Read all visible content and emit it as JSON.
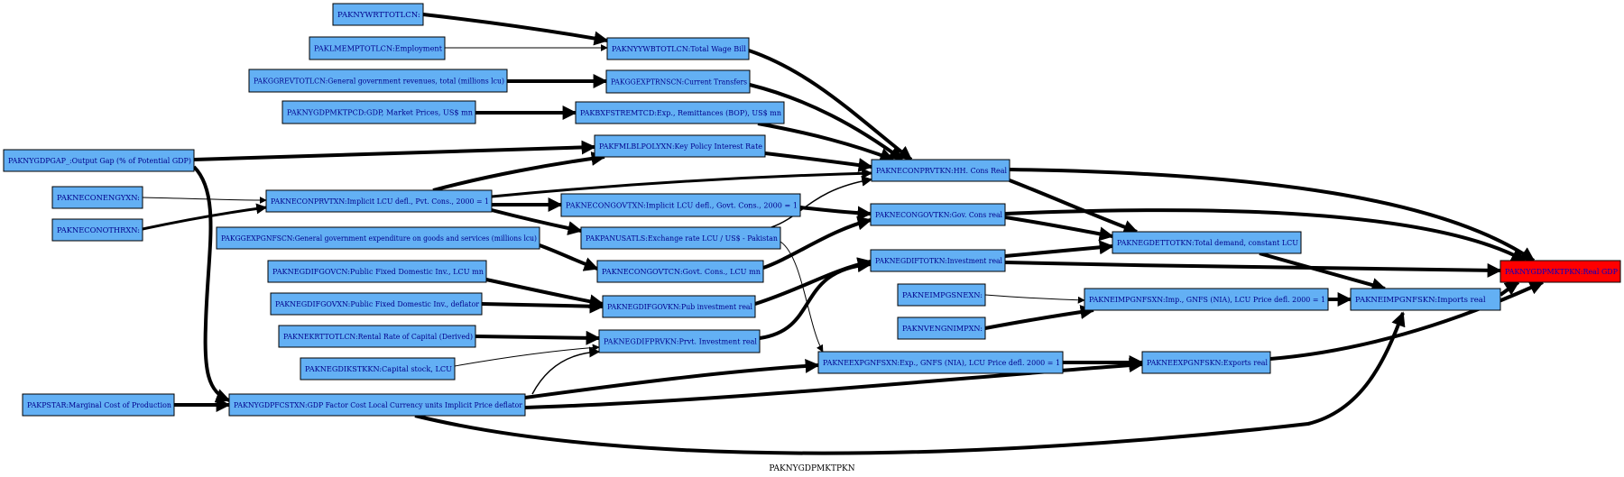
{
  "graph": {
    "caption": "PAKNYGDPMKTPKN",
    "colors": {
      "node_fill": "#63B0F4",
      "target_fill": "#FF0000",
      "target_text": "#0000CC",
      "text": "#00008B",
      "edge": "#000000"
    },
    "nodes": [
      {
        "id": "wrt",
        "label": "PAKNYWRTTOTLCN:"
      },
      {
        "id": "emp",
        "label": "PAKLMEMPTOTLCN:Employment"
      },
      {
        "id": "rev",
        "label": "PAKGGREVTOTLCN:General government revenues, total (millions lcu)"
      },
      {
        "id": "gdpusd",
        "label": "PAKNYGDPMKTPCD:GDP, Market Prices, US$ mn"
      },
      {
        "id": "gap",
        "label": "PAKNYGDPGAP_:Output Gap (% of Potential GDP)"
      },
      {
        "id": "coneng",
        "label": "PAKNECONENGYXN:"
      },
      {
        "id": "conoth",
        "label": "PAKNECONOTHRXN:"
      },
      {
        "id": "exp",
        "label": "PAKGGEXPGNFSCN:General government expenditure on goods and services (millions lcu)"
      },
      {
        "id": "fixgovcn",
        "label": "PAKNEGDIFGOVCN:Public Fixed Domestic Inv., LCU mn"
      },
      {
        "id": "fixgovxn",
        "label": "PAKNEGDIFGOVXN:Public Fixed Domestic Inv., deflator"
      },
      {
        "id": "rent",
        "label": "PAKNEKRTTOTLCN:Rental Rate of Capital (Derived)"
      },
      {
        "id": "kstk",
        "label": "PAKNEGDIKSTKKN:Capital stock, LCU"
      },
      {
        "id": "pstar",
        "label": "PAKPSTAR:Marginal Cost of Production"
      },
      {
        "id": "wage",
        "label": "PAKNYYWBTOTLCN:Total Wage Bill"
      },
      {
        "id": "trans",
        "label": "PAKGGEXPTRNSCN:Current Transfers"
      },
      {
        "id": "remit",
        "label": "PAKBXFSTREMTCD:Exp., Remittances (BOP), US$ mn"
      },
      {
        "id": "policy",
        "label": "PAKFMLBLPOLYXN:Key Policy Interest Rate"
      },
      {
        "id": "prvtxn",
        "label": "PAKNECONPRVTXN:Implicit LCU defl., Pvt. Cons., 2000 = 1"
      },
      {
        "id": "govtxn",
        "label": "PAKNECONGOVTXN:Implicit LCU defl., Govt. Cons., 2000 = 1"
      },
      {
        "id": "fx",
        "label": "PAKPANUSATLS:Exchange rate LCU / US$ - Pakistan"
      },
      {
        "id": "govtcn",
        "label": "PAKNECONGOVTCN:Govt. Cons., LCU mn"
      },
      {
        "id": "fixgovkn",
        "label": "PAKNEGDIFGOVKN:Pub investment real"
      },
      {
        "id": "fixprvkn",
        "label": "PAKNEGDIFPRVKN:Prvt. Investment real"
      },
      {
        "id": "fcstxn",
        "label": "PAKNYGDPFCSTXN:GDP Factor Cost Local Currency units Implicit Price deflator"
      },
      {
        "id": "prvtkn",
        "label": "PAKNECONPRVTKN:HH. Cons Real"
      },
      {
        "id": "govtkn",
        "label": "PAKNECONGOVTKN:Gov. Cons real"
      },
      {
        "id": "ditotkn",
        "label": "PAKNEGDIFTOTKN:Investment real"
      },
      {
        "id": "imgsnexn",
        "label": "PAKNEIMPGSNEXN:"
      },
      {
        "id": "vengn",
        "label": "PAKNVENGNIMPXN:"
      },
      {
        "id": "exgnfsxn",
        "label": "PAKNEEXPGNFSXN:Exp., GNFS (NIA), LCU Price defl. 2000 = 1"
      },
      {
        "id": "dettotkn",
        "label": "PAKNEGDETTOTKN:Total demand, constant LCU"
      },
      {
        "id": "imgnfsxn",
        "label": "PAKNEIMPGNFSXN:Imp., GNFS (NIA), LCU Price defl. 2000 = 1"
      },
      {
        "id": "imgnfskn",
        "label": "PAKNEIMPGNFSKN:Imports real"
      },
      {
        "id": "exgnfskn",
        "label": "PAKNEEXPGNFSKN:Exports real"
      },
      {
        "id": "target",
        "label": "PAKNYGDPMKTPKN:Real GDP",
        "highlight": true
      }
    ],
    "edges": [
      {
        "from": "wrt",
        "to": "wage",
        "weight": 4
      },
      {
        "from": "emp",
        "to": "wage",
        "weight": 1
      },
      {
        "from": "rev",
        "to": "trans",
        "weight": 4
      },
      {
        "from": "gdpusd",
        "to": "remit",
        "weight": 4
      },
      {
        "from": "gap",
        "to": "policy",
        "weight": 4
      },
      {
        "from": "gap",
        "to": "fcstxn",
        "weight": 4
      },
      {
        "from": "coneng",
        "to": "prvtxn",
        "weight": 1
      },
      {
        "from": "conoth",
        "to": "prvtxn",
        "weight": 3
      },
      {
        "from": "prvtxn",
        "to": "policy",
        "weight": 4
      },
      {
        "from": "prvtxn",
        "to": "prvtkn",
        "weight": 3
      },
      {
        "from": "prvtxn",
        "to": "govtxn",
        "weight": 4
      },
      {
        "from": "prvtxn",
        "to": "fx",
        "weight": 4
      },
      {
        "from": "wage",
        "to": "prvtkn",
        "weight": 4
      },
      {
        "from": "trans",
        "to": "prvtkn",
        "weight": 4
      },
      {
        "from": "remit",
        "to": "prvtkn",
        "weight": 4
      },
      {
        "from": "policy",
        "to": "prvtkn",
        "weight": 4
      },
      {
        "from": "fx",
        "to": "prvtkn",
        "weight": 1.5
      },
      {
        "from": "fx",
        "to": "exgnfsxn",
        "weight": 1
      },
      {
        "from": "exp",
        "to": "govtcn",
        "weight": 4
      },
      {
        "from": "govtxn",
        "to": "govtkn",
        "weight": 4
      },
      {
        "from": "govtcn",
        "to": "govtkn",
        "weight": 4
      },
      {
        "from": "fixgovcn",
        "to": "fixgovkn",
        "weight": 4
      },
      {
        "from": "fixgovxn",
        "to": "fixgovkn",
        "weight": 4
      },
      {
        "from": "rent",
        "to": "fixprvkn",
        "weight": 4
      },
      {
        "from": "kstk",
        "to": "fixprvkn",
        "weight": 1
      },
      {
        "from": "fcstxn",
        "to": "fixprvkn",
        "weight": 1.5
      },
      {
        "from": "pstar",
        "to": "fcstxn",
        "weight": 4
      },
      {
        "from": "fcstxn",
        "to": "exgnfsxn",
        "weight": 4
      },
      {
        "from": "fcstxn",
        "to": "exgnfskn",
        "weight": 4
      },
      {
        "from": "fcstxn",
        "to": "imgnfskn",
        "weight": 4
      },
      {
        "from": "fixgovkn",
        "to": "ditotkn",
        "weight": 4
      },
      {
        "from": "fixprvkn",
        "to": "ditotkn",
        "weight": 4
      },
      {
        "from": "prvtkn",
        "to": "dettotkn",
        "weight": 4
      },
      {
        "from": "govtkn",
        "to": "dettotkn",
        "weight": 4
      },
      {
        "from": "ditotkn",
        "to": "dettotkn",
        "weight": 4
      },
      {
        "from": "prvtkn",
        "to": "target",
        "weight": 4
      },
      {
        "from": "govtkn",
        "to": "target",
        "weight": 4
      },
      {
        "from": "ditotkn",
        "to": "target",
        "weight": 4
      },
      {
        "from": "dettotkn",
        "to": "imgnfskn",
        "weight": 4
      },
      {
        "from": "imgsnexn",
        "to": "imgnfsxn",
        "weight": 1
      },
      {
        "from": "vengn",
        "to": "imgnfsxn",
        "weight": 4
      },
      {
        "from": "imgnfsxn",
        "to": "imgnfskn",
        "weight": 4
      },
      {
        "from": "imgnfskn",
        "to": "target",
        "weight": 4
      },
      {
        "from": "exgnfsxn",
        "to": "exgnfskn",
        "weight": 4
      },
      {
        "from": "exgnfskn",
        "to": "target",
        "weight": 4
      }
    ]
  }
}
